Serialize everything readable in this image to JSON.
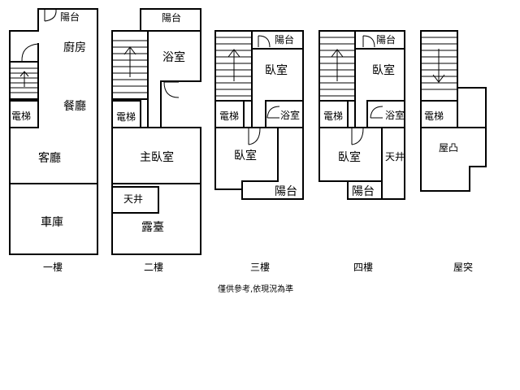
{
  "floors": [
    {
      "id": "f1",
      "label": "一樓",
      "rooms": {
        "balcony": "陽台",
        "kitchen": "廚房",
        "dining": "餐廳",
        "elevator": "電梯",
        "living": "客廳",
        "garage": "車庫"
      }
    },
    {
      "id": "f2",
      "label": "二樓",
      "rooms": {
        "balcony": "陽台",
        "bathroom": "浴室",
        "elevator": "電梯",
        "master_bedroom": "主臥室",
        "courtyard": "天井",
        "terrace": "露臺"
      }
    },
    {
      "id": "f3",
      "label": "三樓",
      "rooms": {
        "balcony_top": "陽台",
        "bedroom_top": "臥室",
        "elevator": "電梯",
        "bathroom": "浴室",
        "bedroom_bottom": "臥室",
        "balcony_bottom": "陽台"
      }
    },
    {
      "id": "f4",
      "label": "四樓",
      "rooms": {
        "balcony_top": "陽台",
        "bedroom_top": "臥室",
        "elevator": "電梯",
        "bathroom": "浴室",
        "bedroom_bottom": "臥室",
        "courtyard": "天井",
        "balcony_bottom": "陽台"
      }
    },
    {
      "id": "roof",
      "label": "屋突",
      "rooms": {
        "elevator": "電梯",
        "roof_bump": "屋凸"
      }
    }
  ],
  "disclaimer": "僅供參考,依現況為準"
}
